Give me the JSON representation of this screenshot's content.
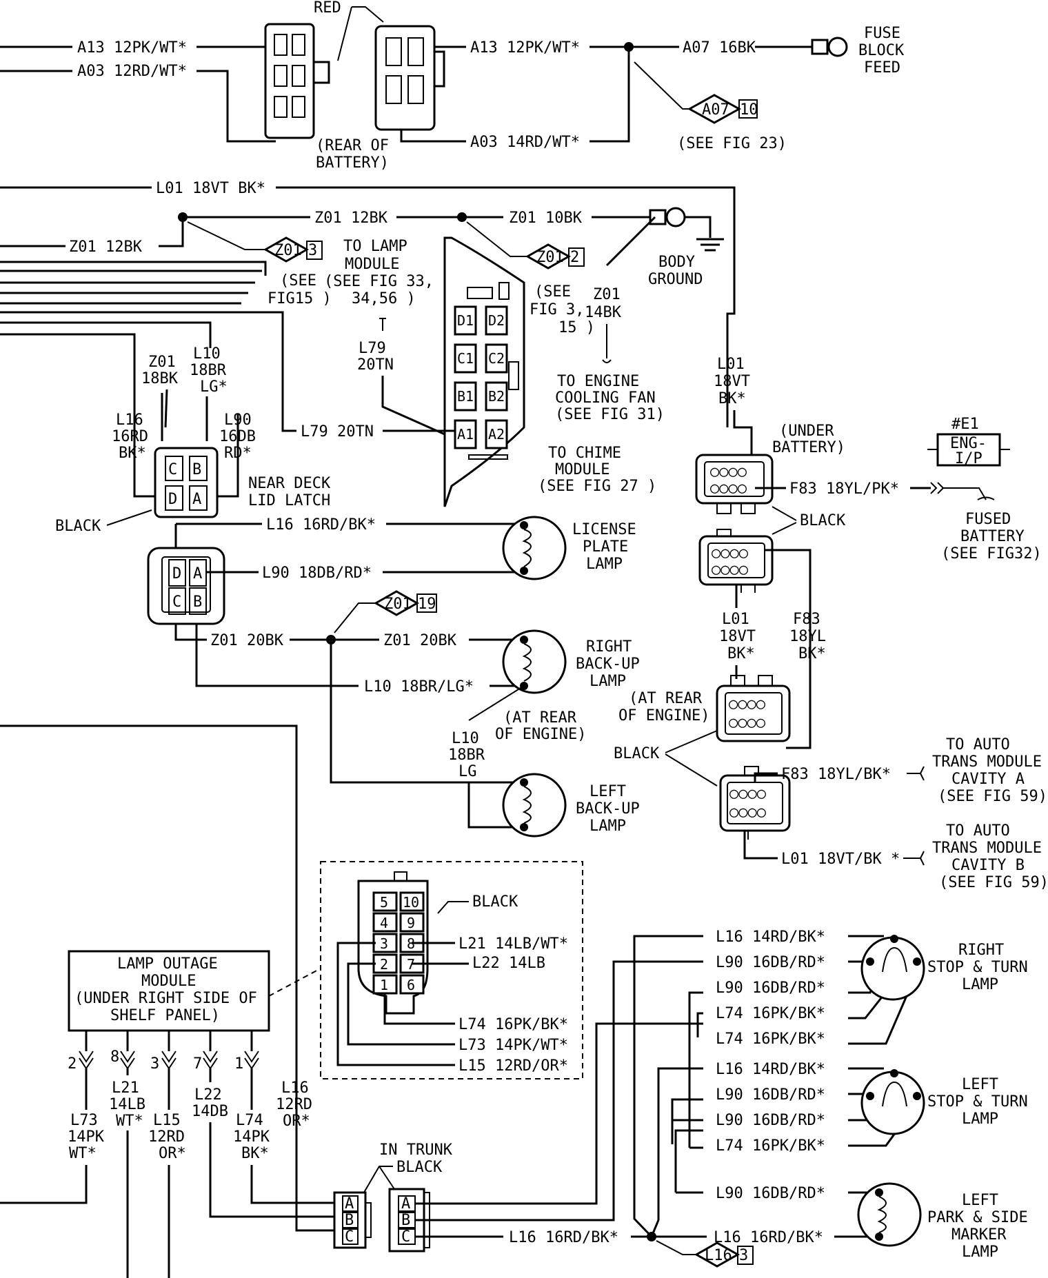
{
  "battery": {
    "red": "RED",
    "a13_left": "A13 12PK/WT*",
    "a03_left": "A03 12RD/WT*",
    "a13_right": "A13 12PK/WT*",
    "a03_right": "A03 14RD/WT*",
    "a07": "A07 16BK",
    "fuse_block": [
      "FUSE",
      "BLOCK",
      "FEED"
    ],
    "rear_of_battery": [
      "(REAR OF",
      "BATTERY)"
    ],
    "a07_ref": "A07",
    "a07_ref_num": "10",
    "see_fig_23": "(SEE FIG 23)"
  },
  "ground": {
    "l01_top": "L01 18VT BK*",
    "z01_12bk_mid": "Z01 12BK",
    "z01_10bk": "Z01 10BK",
    "z01_12bk_left": "Z01 12BK",
    "z01_ref_a": "Z01",
    "z01_ref_a_num": "3",
    "z01_ref_b": "Z01",
    "z01_ref_b_num": "2",
    "see_fig15": [
      "(SEE",
      "FIG15 )"
    ],
    "to_lamp_module": [
      "TO LAMP",
      "MODULE",
      "(SEE FIG 33,",
      "34,56 )"
    ],
    "see_fig_3": [
      "(SEE",
      "FIG 3,",
      "15 )"
    ],
    "z01_14bk": [
      "Z01",
      "14BK"
    ],
    "body_ground": [
      "BODY",
      "GROUND"
    ],
    "to_cooling_fan": [
      "TO ENGINE",
      "COOLING FAN",
      "(SEE FIG 31)"
    ],
    "to_chime": [
      "TO CHIME",
      "MODULE",
      "(SEE FIG 27 )"
    ]
  },
  "chime_module": {
    "l79_label": [
      "L79",
      "20TN"
    ],
    "l79_wire": "L79 20TN",
    "pins": [
      "D1",
      "D2",
      "C1",
      "C2",
      "B1",
      "B2",
      "A1",
      "A2"
    ]
  },
  "deck_connector": {
    "z01_18bk": [
      "Z01",
      "18BK"
    ],
    "l10_18br": [
      "L10",
      "18BR",
      "LG*"
    ],
    "l16_16rd": [
      "L16",
      "16RD",
      "BK*"
    ],
    "l90_16db": [
      "L90",
      "16DB",
      "RD*"
    ],
    "near_deck": [
      "NEAR DECK",
      "LID LATCH"
    ],
    "pins_top": [
      "C",
      "B"
    ],
    "pins_bottom": [
      "D",
      "A"
    ],
    "black": "BLACK"
  },
  "rear_lamps": {
    "l16_wire": "L16 16RD/BK*",
    "l90_wire": "L90 18DB/RD*",
    "license": [
      "LICENSE",
      "PLATE",
      "LAMP"
    ],
    "z01_ref": "Z01",
    "z01_ref_num": "19",
    "z01_20bk_left": "Z01 20BK",
    "z01_20bk_right": "Z01 20BK",
    "right_backup": [
      "RIGHT",
      "BACK-UP",
      "LAMP"
    ],
    "l10_wire": "L10 18BR/LG*",
    "at_rear_engine_1": [
      "(AT REAR",
      "OF ENGINE)"
    ],
    "l10_label": [
      "L10",
      "18BR",
      "LG"
    ],
    "left_backup": [
      "LEFT",
      "BACK-UP",
      "LAMP"
    ],
    "pins_left": [
      "D",
      "C"
    ],
    "pins_right": [
      "A",
      "B"
    ]
  },
  "under_battery": {
    "l01_label": [
      "L01",
      "18VT",
      "BK*"
    ],
    "under_battery": [
      "(UNDER",
      "BATTERY)"
    ],
    "f83_wire": "F83 18YL/PK*",
    "e1": "#E1",
    "eng_ip": [
      "ENG-",
      "I/P"
    ],
    "fused_battery": [
      "FUSED",
      "BATTERY",
      "(SEE FIG32)"
    ],
    "black": "BLACK",
    "l01_lower": [
      "L01",
      "18VT",
      "BK*"
    ],
    "f83_lower": [
      "F83",
      "18YL",
      "BK*"
    ],
    "at_rear_engine_2": [
      "(AT REAR",
      "OF ENGINE)"
    ],
    "black_2": "BLACK",
    "f83_bk_wire": "F83 18YL/BK*",
    "to_auto_a": [
      "TO      AUTO",
      "TRANS MODULE",
      "CAVITY A",
      "(SEE FIG 59)"
    ],
    "l01_bk_wire": "L01 18VT/BK *",
    "to_auto_b": [
      "TO      AUTO",
      "TRANS MODULE",
      "CAVITY B",
      "(SEE FIG 59)"
    ]
  },
  "lamp_outage": {
    "box": [
      "LAMP OUTAGE",
      "MODULE",
      "(UNDER RIGHT SIDE OF",
      "SHELF PANEL)"
    ],
    "black": "BLACK",
    "cells": [
      "5",
      "10",
      "4",
      "9",
      "3",
      "8",
      "2",
      "7",
      "1",
      "6"
    ],
    "l21": "L21 14LB/WT*",
    "l22": "L22 14LB",
    "l74": "L74 16PK/BK*",
    "l73": "L73 14PK/WT*",
    "l15": "L15 12RD/OR*",
    "pin_nums": [
      "2",
      "8",
      "3",
      "7",
      "1"
    ],
    "w_l73": [
      "L73",
      "14PK",
      "WT*"
    ],
    "w_l21": [
      "L21",
      "14LB",
      "WT*"
    ],
    "w_l15": [
      "L15",
      "12RD",
      "OR*"
    ],
    "w_l22": [
      "L22",
      "14DB"
    ],
    "w_l74": [
      "L74",
      "14PK",
      "BK*"
    ],
    "w_l16": [
      "L16",
      "12RD",
      "OR*"
    ],
    "in_trunk": [
      "IN TRUNK",
      "BLACK"
    ],
    "trunk_pins": [
      "A",
      "B",
      "C"
    ]
  },
  "stop_lamps": {
    "r_l16": "L16 14RD/BK*",
    "r_l90a": "L90 16DB/RD*",
    "r_l90b": "L90 16DB/RD*",
    "r_l74a": "L74 16PK/BK*",
    "r_l74b": "L74 16PK/BK*",
    "right_stop": [
      "RIGHT",
      "STOP & TURN",
      "LAMP"
    ],
    "l_l16": "L16 14RD/BK*",
    "l_l90a": "L90 16DB/RD*",
    "l_l90b": "L90 16DB/RD*",
    "l_l74": "L74 16PK/BK*",
    "left_stop": [
      "LEFT",
      "STOP & TURN",
      "LAMP"
    ],
    "park_l90": "L90 16DB/RD*",
    "park": [
      "LEFT",
      "PARK & SIDE",
      "MARKER",
      "LAMP"
    ],
    "bottom_l16_left": "L16 16RD/BK*",
    "bottom_l16_right": "L16 16RD/BK*",
    "l16_ref": "L16",
    "l16_ref_num": "3"
  }
}
